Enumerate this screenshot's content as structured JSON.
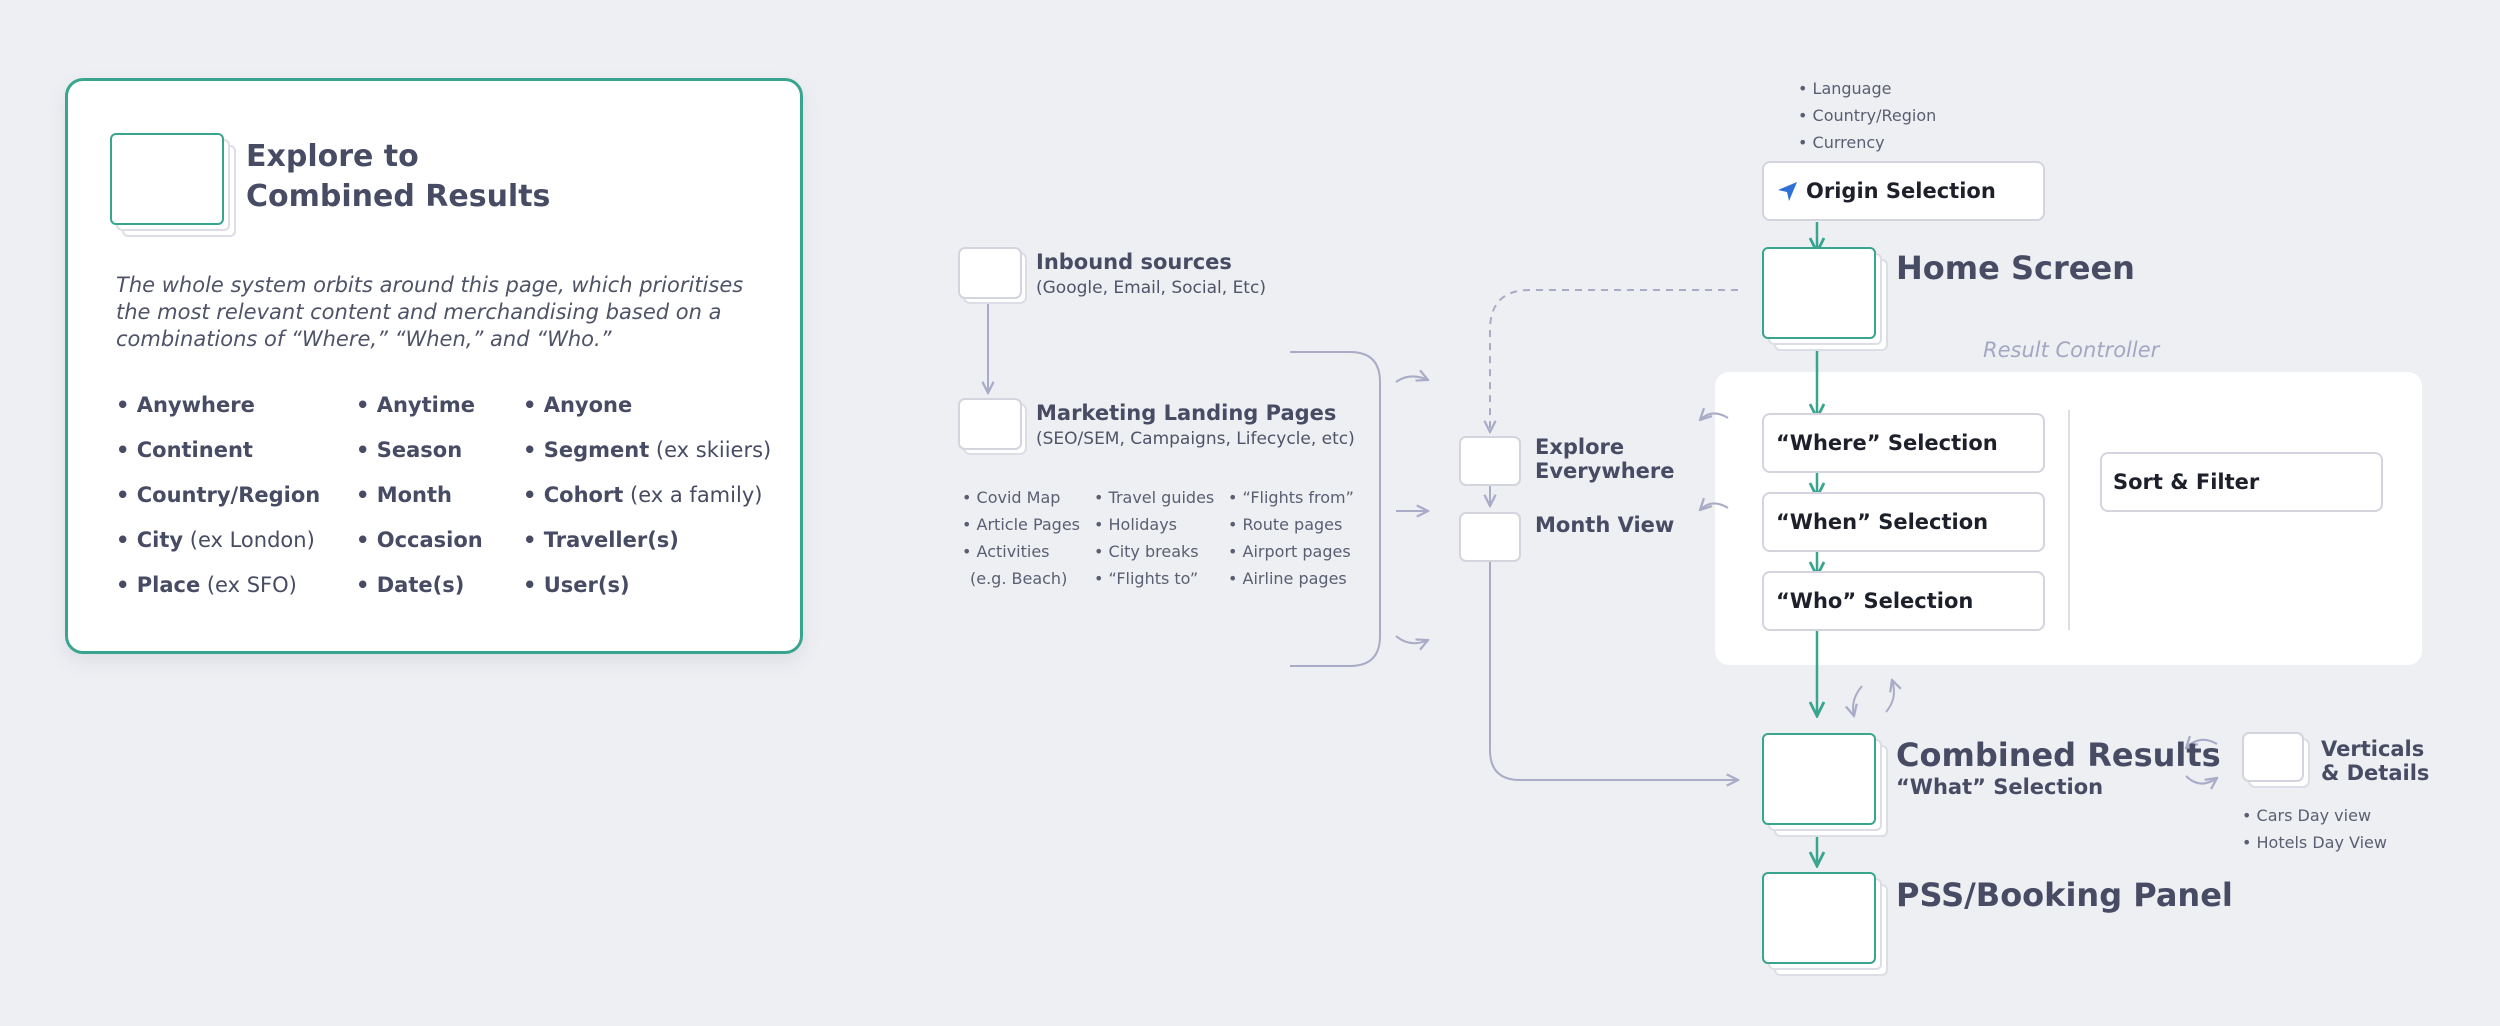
{
  "card": {
    "title_line1": "Explore to",
    "title_line2": "Combined Results",
    "description": "The whole system orbits around this page, which prioritises the most relevant content and merchandising based on a combinations of “Where,” “When,” and “Who.”",
    "col1": [
      {
        "bold": "• Anywhere",
        "ex": ""
      },
      {
        "bold": "• Continent",
        "ex": ""
      },
      {
        "bold": "• Country/Region",
        "ex": ""
      },
      {
        "bold": "• City",
        "ex": " (ex London)"
      },
      {
        "bold": "• Place",
        "ex": " (ex SFO)"
      }
    ],
    "col2": [
      {
        "bold": "• Anytime",
        "ex": ""
      },
      {
        "bold": "• Season",
        "ex": ""
      },
      {
        "bold": "• Month",
        "ex": ""
      },
      {
        "bold": "• Occasion",
        "ex": ""
      },
      {
        "bold": "• Date(s)",
        "ex": ""
      }
    ],
    "col3": [
      {
        "bold": "• Anyone",
        "ex": ""
      },
      {
        "bold": "• Segment",
        "ex": " (ex skiiers)"
      },
      {
        "bold": "• Cohort",
        "ex": " (ex a family)"
      },
      {
        "bold": "• Traveller(s)",
        "ex": ""
      },
      {
        "bold": "• User(s)",
        "ex": ""
      }
    ]
  },
  "inbound": {
    "title": "Inbound sources",
    "sub": "(Google, Email, Social, Etc)"
  },
  "marketing": {
    "title": "Marketing Landing Pages",
    "sub": "(SEO/SEM, Campaigns, Lifecycle, etc)",
    "col1": [
      "• Covid Map",
      "• Article Pages",
      "• Activities",
      "   (e.g. Beach)"
    ],
    "col2": [
      "• Travel guides",
      "• Holidays",
      "• City breaks",
      "• “Flights to”"
    ],
    "col3": [
      "• “Flights from”",
      "• Route pages",
      "• Airport pages",
      "• Airline pages"
    ]
  },
  "explore": {
    "line1": "Explore",
    "line2": "Everywhere"
  },
  "month_view": "Month View",
  "settings": [
    "• Language",
    "• Country/Region",
    "• Currency"
  ],
  "origin_selection": "Origin Selection",
  "home_screen": "Home Screen",
  "result_controller": "Result Controller",
  "where_selection": "“Where” Selection",
  "when_selection": "“When” Selection",
  "who_selection": "“Who” Selection",
  "sort_filter": "Sort & Filter",
  "combined_results": "Combined Results",
  "what_selection": "“What” Selection",
  "verticals": {
    "line1": "Verticals",
    "line2": "& Details"
  },
  "vertical_items": [
    "• Cars Day view",
    "• Hotels Day View"
  ],
  "pss_booking": "PSS/Booking Panel",
  "colors": {
    "accent": "#3aa58e",
    "connector": "#a9abc7",
    "navigation_icon": "#2f6fd6",
    "background": "#eeeff3"
  }
}
